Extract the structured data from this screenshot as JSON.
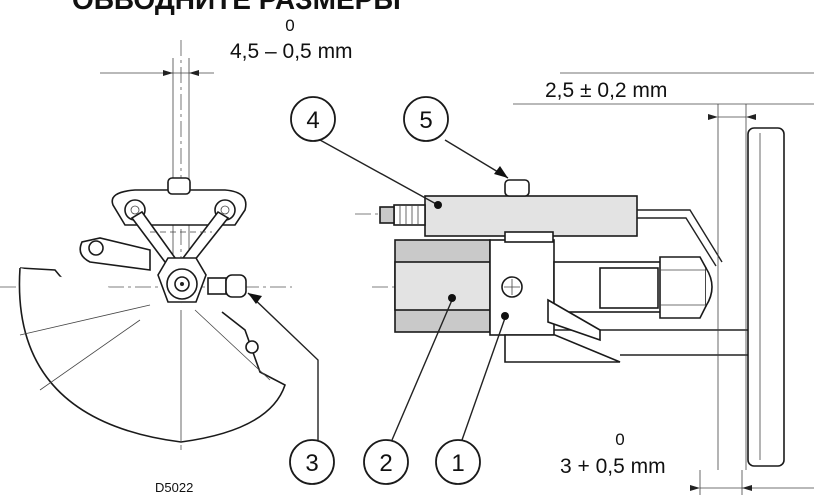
{
  "header": {
    "title": "ОБВОДНИТЕ РАЗМЕРЫ"
  },
  "dimensions": {
    "top_left": {
      "base": "4,5 – 0,5 mm",
      "upper": "0"
    },
    "top_right": {
      "text": "2,5 ± 0,2 mm"
    },
    "bottom_right": {
      "base": "3 + 0,5 mm",
      "upper": "0"
    }
  },
  "callouts": [
    "1",
    "2",
    "3",
    "4",
    "5"
  ],
  "drawing_code": "D5022",
  "colors": {
    "line": "#1a1a1a",
    "part_fill_dark": "#c9c9c9",
    "part_fill_light": "#e3e3e3"
  }
}
